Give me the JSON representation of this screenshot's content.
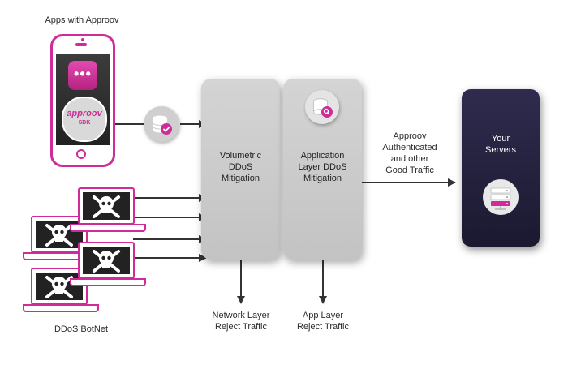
{
  "labels": {
    "apps_with_approov": "Apps with Approov",
    "volumetric_mitigation": [
      "Volumetric",
      "DDoS",
      "Mitigation"
    ],
    "application_mitigation": [
      "Application",
      "Layer DDoS",
      "Mitigation"
    ],
    "good_traffic": [
      "Approov",
      "Authenticated",
      "and other",
      "Good Traffic"
    ],
    "your_servers": [
      "Your",
      "Servers"
    ],
    "network_reject": [
      "Network Layer",
      "Reject Traffic"
    ],
    "app_reject": [
      "App Layer",
      "Reject Traffic"
    ],
    "ddos_botnet": "DDoS BotNet"
  },
  "phone": {
    "brand": "approov",
    "sdk": "SDK",
    "app_dots": "•••"
  },
  "colors": {
    "accent": "#cf2c9a",
    "pill": "#c8c8c8",
    "server_bg": "#242139",
    "arrow": "#333333"
  }
}
